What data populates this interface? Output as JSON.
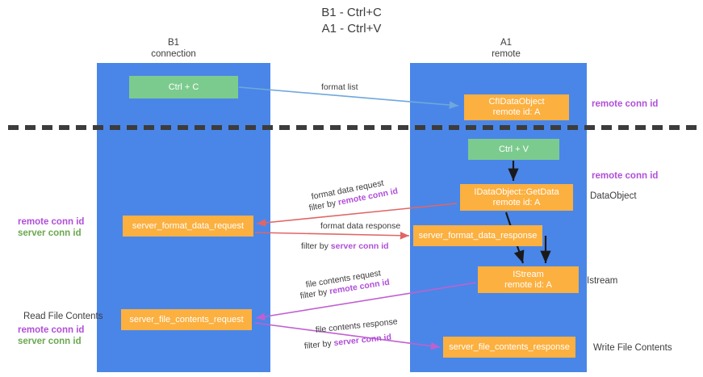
{
  "title": {
    "line1": "B1 - Ctrl+C",
    "line2": "A1 - Ctrl+V"
  },
  "columns": {
    "left": {
      "name": "B1",
      "role": "connection"
    },
    "right": {
      "name": "A1",
      "role": "remote"
    }
  },
  "boxes": {
    "ctrl_c": {
      "label": "Ctrl + C",
      "color": "#7ccb8e"
    },
    "ctrl_v": {
      "label": "Ctrl + V",
      "color": "#7ccb8e"
    },
    "idataobject": {
      "line1": "CfIDataObject",
      "line2": "remote id: A",
      "color": "#fbb040"
    },
    "getdata": {
      "line1": "IDataObject::GetData",
      "line2": "remote id: A",
      "color": "#fbb040"
    },
    "server_format_data_request": {
      "label": "server_format_data_request",
      "color": "#fbb040"
    },
    "server_format_data_response": {
      "label": "server_format_data_response",
      "color": "#fbb040"
    },
    "istream": {
      "line1": "IStream",
      "line2": "remote id: A",
      "color": "#fbb040"
    },
    "server_file_contents_request": {
      "label": "server_file_contents_request",
      "color": "#fbb040"
    },
    "server_file_contents_response": {
      "label": "server_file_contents_response",
      "color": "#fbb040"
    }
  },
  "edge_labels": {
    "format_list": "format list",
    "format_data_request": "format data request",
    "format_data_request_filter_prefix": "filter by ",
    "format_data_request_filter_key": "remote conn id",
    "format_data_response": "format data response",
    "format_data_response_filter_prefix": "filter by ",
    "format_data_response_filter_key": "server conn id",
    "file_contents_request": "file contents request",
    "file_contents_request_filter_prefix": "filter by ",
    "file_contents_request_filter_key": "remote conn id",
    "file_contents_response": "file contents response",
    "file_contents_response_filter_prefix": "filter by ",
    "file_contents_response_filter_key": "server conn id"
  },
  "side_labels": {
    "remote_conn_id_top": "remote conn id",
    "remote_conn_id_mid": "remote conn id",
    "dataobject": "DataObject",
    "istream": "Istream",
    "write_file_contents": "Write File Contents",
    "read_file_contents": "Read File Contents",
    "left_remote_conn_id": "remote conn id",
    "left_server_conn_id": "server conn id",
    "left_remote_conn_id_2": "remote conn id",
    "left_server_conn_id_2": "server conn id"
  },
  "colors": {
    "lane": "#4a86e8",
    "green_box": "#7ccb8e",
    "orange_box": "#fbb040",
    "purple_text": "#b04fd8",
    "green_text": "#6aa84f",
    "arrow_blue": "#6fa8dc",
    "arrow_red": "#e06666",
    "arrow_magenta": "#c060d0",
    "arrow_black": "#1a1a1a",
    "dash_line": "#3c3c3c"
  }
}
